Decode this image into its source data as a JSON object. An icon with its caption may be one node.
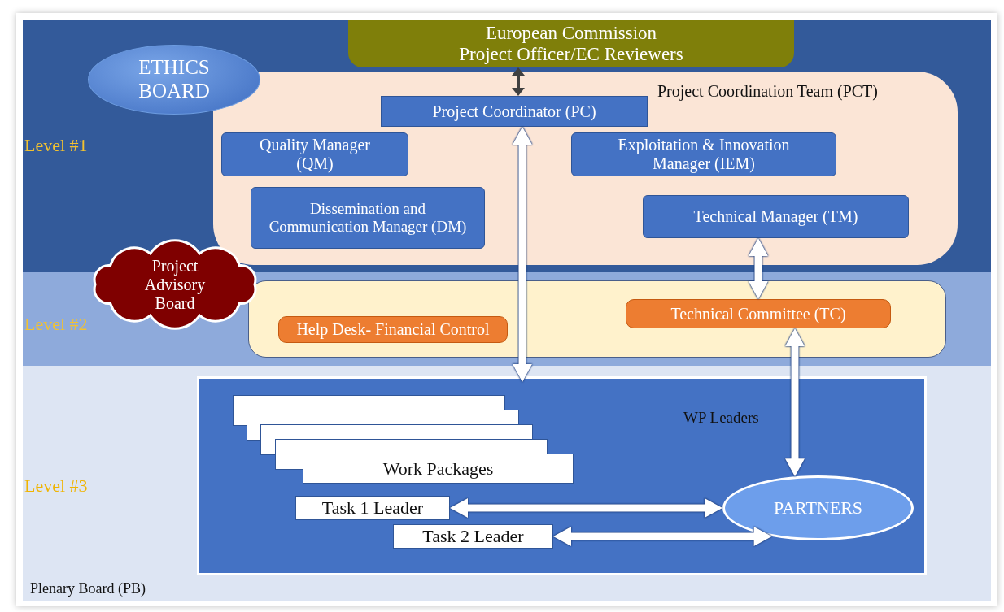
{
  "diagram": {
    "nodes": [
      {
        "text": [
          "Level #1"
        ]
      },
      {
        "text": [
          "Level #2"
        ]
      },
      {
        "text": [
          "Level #3",
          "Plenary Board (PB)"
        ]
      },
      {
        "text": [
          "European Commission Project Officer/EC Reviewers"
        ],
        "in": 0
      },
      {
        "text": [
          "ETHICS BOARD"
        ],
        "in": 0
      },
      {
        "text": [
          "Project Coordination Team (PCT)"
        ],
        "in": 0
      },
      {
        "text": [
          "Project Coordinator (PC)"
        ],
        "in": 5
      },
      {
        "text": [
          "Quality Manager (QM)"
        ],
        "in": 5
      },
      {
        "text": [
          "Exploitation & Innovation Manager (IEM)"
        ],
        "in": 5
      },
      {
        "text": [
          "Dissemination and Communication Manager (DM)"
        ],
        "in": 5
      },
      {
        "text": [
          "Technical Manager (TM)"
        ],
        "in": 5
      },
      {
        "text": [
          "Project Advisory Board"
        ]
      },
      {
        "text": [],
        "shape": "box",
        "in": 1
      },
      {
        "text": [
          "Help Desk- Financial Control"
        ],
        "in": 12
      },
      {
        "text": [
          "Technical Committee (TC)"
        ],
        "in": 12
      },
      {
        "text": [],
        "shape": "box",
        "in": 2
      },
      {
        "text": [],
        "shape": "box",
        "in": 15
      },
      {
        "text": [],
        "shape": "box",
        "in": 15
      },
      {
        "text": [],
        "shape": "box",
        "in": 15
      },
      {
        "text": [],
        "shape": "box",
        "in": 15
      },
      {
        "text": [
          "Work Packages"
        ],
        "in": 15
      },
      {
        "text": [
          "Task 1 Leader"
        ],
        "in": 15
      },
      {
        "text": [
          "Task 2 Leader"
        ],
        "in": 15
      },
      {
        "text": [
          "PARTNERS"
        ],
        "in": 15
      }
    ],
    "edges": [
      {
        "from": 3,
        "to": 6,
        "arrow": "both",
        "color": "#404040"
      },
      {
        "from": 6,
        "to": 15,
        "arrow": "both"
      },
      {
        "from": 10,
        "to": 14,
        "arrow": "both"
      },
      {
        "from": 14,
        "to": 23,
        "arrow": "both",
        "label": "WP Leaders"
      },
      {
        "from": 21,
        "to": 23,
        "arrow": "both"
      },
      {
        "from": 22,
        "to": 23,
        "arrow": "both"
      }
    ]
  }
}
